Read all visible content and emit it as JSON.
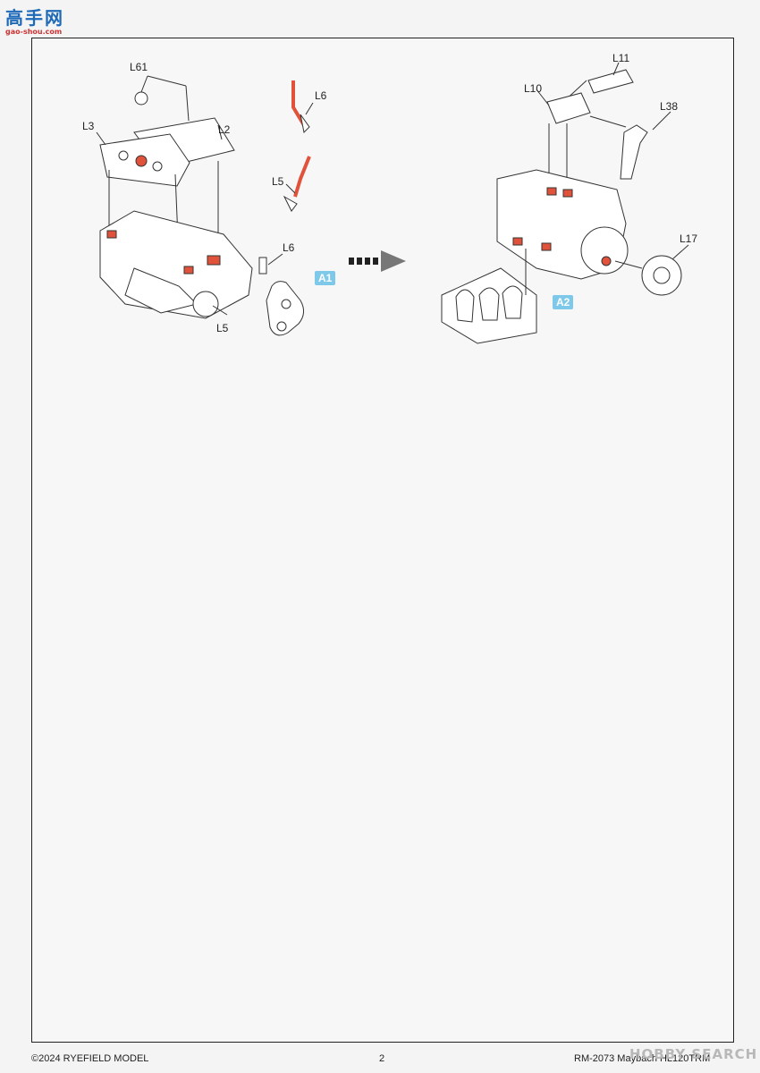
{
  "watermark_top": {
    "chars": "高手网",
    "url": "gao-shou.com"
  },
  "labels": {
    "l61": "L61",
    "l3": "L3",
    "l2": "L2",
    "l6_top": "L6",
    "l5_top": "L5",
    "l6_mid": "L6",
    "l5_bottom": "L5",
    "l11": "L11",
    "l10": "L10",
    "l38": "L38",
    "l17": "L17"
  },
  "badges": {
    "a1": "A1",
    "a2": "A2"
  },
  "colors": {
    "accent_red": "#e0533a",
    "badge_blue": "#7ec8ea",
    "line": "#333333"
  },
  "footer": {
    "copyright": "©2024 RYEFIELD MODEL",
    "page_number": "2",
    "product_code": "RM-2073 Maybach HL120TRM"
  },
  "watermark_bottom": "HOBBY SEARCH"
}
